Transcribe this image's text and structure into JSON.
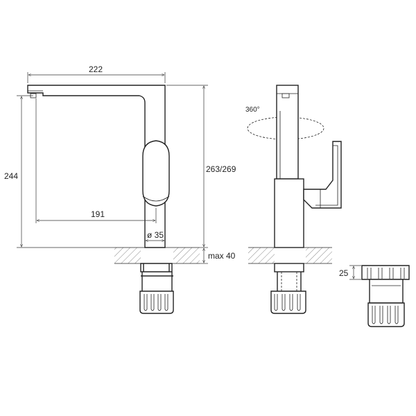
{
  "labels": {
    "width_222": "222",
    "height_244": "244",
    "reach_191": "191",
    "height_263_269": "263/269",
    "diameter_35": "ø 35",
    "deck_max_40": "max 40",
    "rotation_360": "360°",
    "nut_height_25": "25"
  }
}
